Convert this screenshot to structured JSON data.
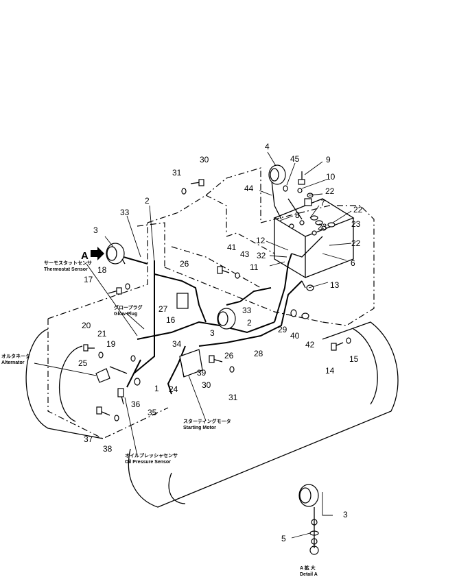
{
  "callouts": {
    "c1": "1",
    "c2a": "2",
    "c2b": "2",
    "c3a": "3",
    "c3b": "3",
    "c3c": "3",
    "c4": "4",
    "c5": "5",
    "c6": "6",
    "c7": "7",
    "c8": "8",
    "c9": "9",
    "c10": "10",
    "c11": "11",
    "c12": "12",
    "c13": "13",
    "c14": "14",
    "c15": "15",
    "c16": "16",
    "c17": "17",
    "c18": "18",
    "c19": "19",
    "c20": "20",
    "c21": "21",
    "c22a": "22",
    "c22b": "22",
    "c22c": "22",
    "c23a": "23",
    "c23b": "23",
    "c24": "24",
    "c25": "25",
    "c26a": "26",
    "c26b": "26",
    "c27": "27",
    "c28": "28",
    "c29": "29",
    "c30a": "30",
    "c30b": "30",
    "c31a": "31",
    "c31b": "31",
    "c32": "32",
    "c33a": "33",
    "c33b": "33",
    "c34": "34",
    "c35": "35",
    "c36": "36",
    "c37": "37",
    "c38": "38",
    "c39": "39",
    "c40": "40",
    "c41": "41",
    "c42": "42",
    "c43": "43",
    "c44": "44",
    "c45": "45"
  },
  "view_marker": "A",
  "captions": {
    "thermostat_jp": "サーモスタットセンサ",
    "thermostat_en": "Thermostat Sensor",
    "glow_jp": "グロープラグ",
    "glow_en": "Glow Plug",
    "alternator_jp": "オルタネータ",
    "alternator_en": "Alternator",
    "starting_jp": "スターティングモータ",
    "starting_en": "Starting Motor",
    "oil_jp": "オイルプレッシャセンサ",
    "oil_en": "Oil Pressure Sensor",
    "detail_jp": "A 拡 大",
    "detail_en": "Detail A"
  }
}
